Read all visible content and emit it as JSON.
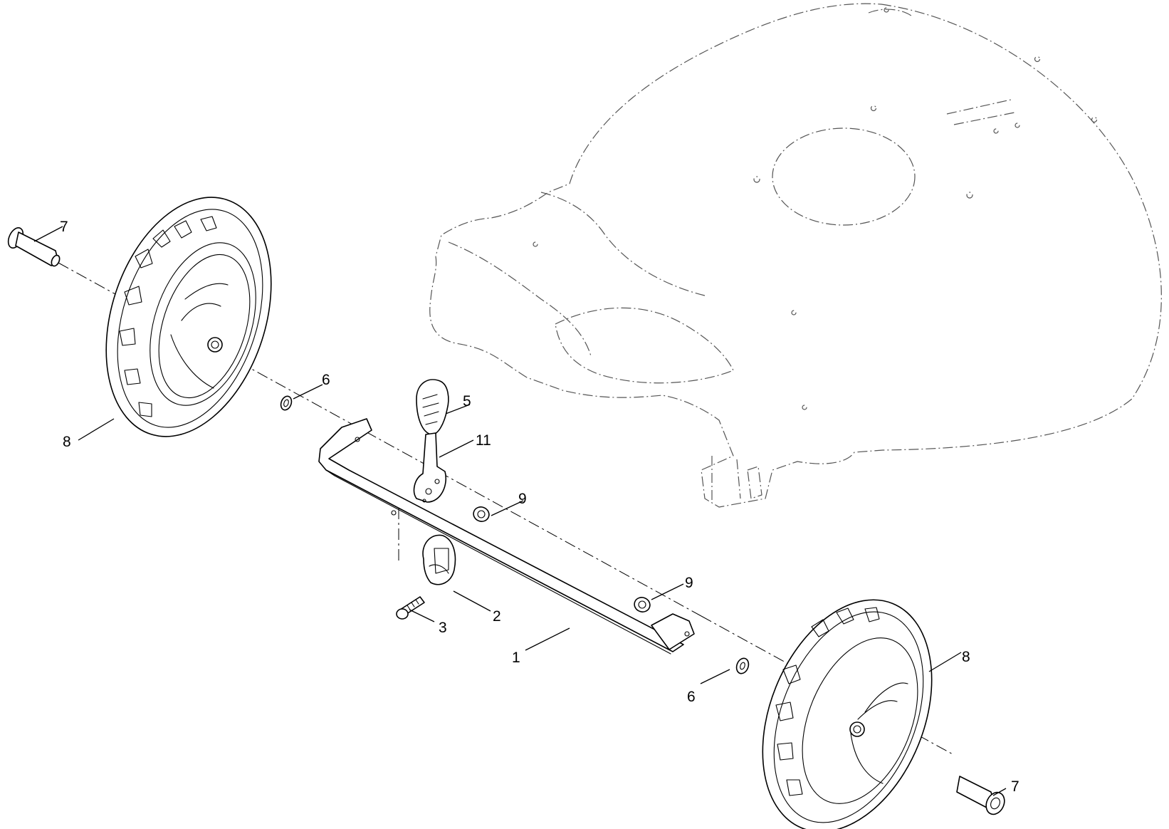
{
  "diagram": {
    "type": "exploded-parts-view",
    "style": {
      "line_color": "#000000",
      "ghost_color": "#555555",
      "background": "#ffffff"
    },
    "callouts": {
      "c1": "1",
      "c2": "2",
      "c3": "3",
      "c5": "5",
      "c6_left": "6",
      "c6_right": "6",
      "c7_left": "7",
      "c7_right": "7",
      "c8_left": "8",
      "c8_right": "8",
      "c9_upper": "9",
      "c9_lower": "9",
      "c11": "11"
    }
  }
}
